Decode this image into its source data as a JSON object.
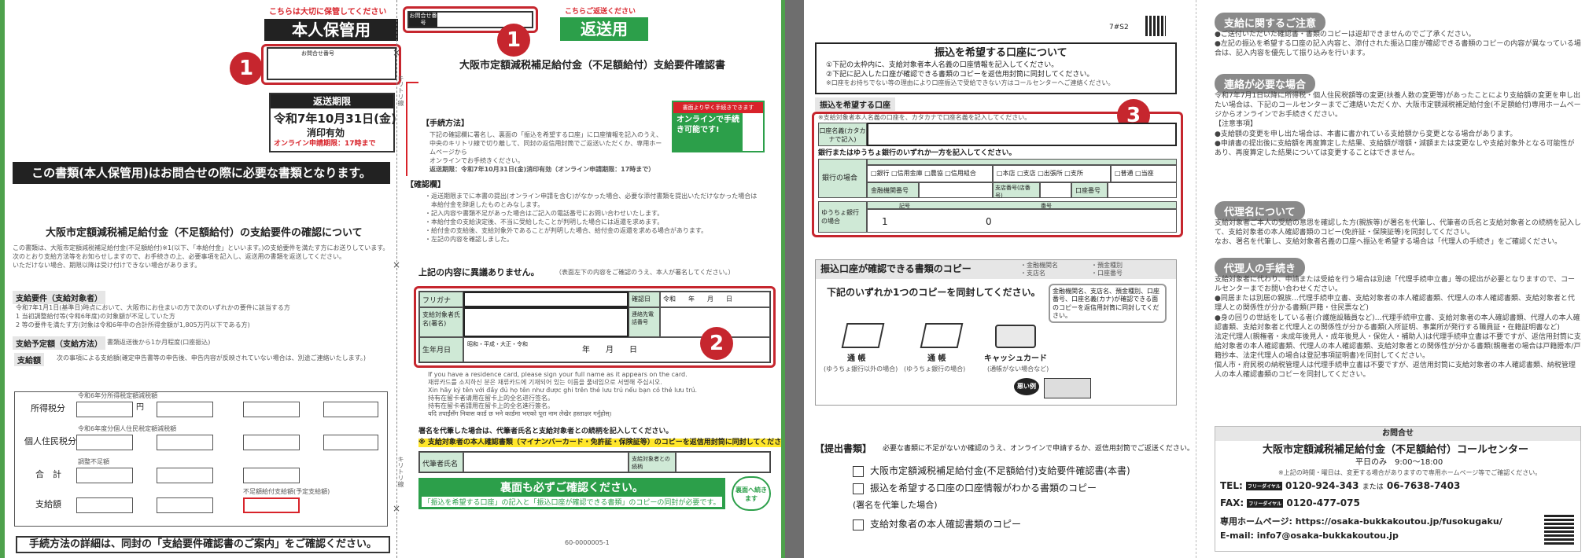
{
  "left_page": {
    "hozon_note": "こちらは大切に保管してください",
    "hozon_title": "本人保管用",
    "inquiry_number_label": "お問合せ番号",
    "return_deadline_label": "返送期限",
    "return_deadline_date": "令和7年10月31日(金)",
    "postmark_valid": "消印有効",
    "online_deadline": "オンライン申請期限：17時まで",
    "banner_text": "この書類(本人保管用)はお問合せの際に必要な書類となります。",
    "doc_title": "大阪市定額減税補足給付金（不足額給付）の支給要件の確認について",
    "intro_lines": [
      "この書類は、大阪市定額減税補足給付金(不足額給付)※1(以下、「本給付金」といいます。)の支給要件を満たす方にお送りしています。",
      "次のとおり支給方法等をお知らせしますので、お手続きの上、必要事項を記入し、返送用の書類を返送してください。",
      "いただけない場合、期限以降は受け付けできない場合があります。"
    ],
    "requirements_head": "支給要件（支給対象者）",
    "requirements_lines": [
      "令和7年1月1日(基準日)時点において、大阪市にお住まいの方で次のいずれかの要件に該当する方",
      "1 当初調整給付等(令和6年度)の対象額が不足していた方",
      "2 等の要件を満たす方(対象は令和6年中の合計所得金額が1,805万円以下である方)"
    ],
    "amount_head": "支給予定額（支給方法）",
    "amount_note": "書類返送後から1か月程度(口座振込)",
    "payment_head": "支給額",
    "payment_text": "次の事項による支給額(確定申告書等の申告後、申告内容が反映されていない場合は、別途ご連絡いたします。)",
    "calc_rows": [
      {
        "label": "所得税分",
        "note": "令和6年分所得税定額減税額"
      },
      {
        "label": "個人住民税分",
        "note": "令和6年度分個人住民税定額減税額"
      },
      {
        "label": "合　計",
        "note": "調整不足額"
      },
      {
        "label": "支給額",
        "note": "不足額給付支給額(予定支給額)"
      }
    ],
    "calc_unit": "円",
    "bottom_banner": "手続方法の詳細は、同封の「支給要件確認書のご案内」をご確認ください。"
  },
  "right_of_left_page": {
    "inquiry_label": "お問合せ番号",
    "senyo_note": "こちらご返送ください",
    "senyo_title": "返送用",
    "form_title": "大阪市定額減税補足給付金（不足額給付）支給要件確認書",
    "online_small": "書面より早く手続きできます",
    "online_big": "オンラインで手続き可能です!",
    "method_head": "【手続方法】",
    "method_lines": [
      "下記の確認欄に署名し、裏面の「振込を希望する口座」に口座情報を記入のうえ、",
      "中央のキリトリ線で切り離して、同封の返信用封筒でご返送いただくか、専用ホームページから",
      "オンラインでお手続きください。",
      "返送期限：令和7年10月31日(金)消印有効（オンライン申請期限：17時まで）"
    ],
    "confirm_head": "【確認欄】",
    "confirm_lines": [
      "・返送期限までに本書の提出(オンライン申請を含む)がなかった場合、必要な添付書類を提出いただけなかった場合は",
      "　本給付金を辞退したものとみなします。",
      "・記入内容や書類不足があった場合はご記入の電話番号にお問い合わせいたします。",
      "・本給付金の支給決定後、不当に受給したことが判明した場合には返還を求めます。",
      "・給付金の支給後、支給対象外であることが判明した場合、給付金の返還を求める場合があります。",
      "・左記の内容を確認しました。"
    ],
    "agree_head": "上記の内容に異議ありません。",
    "agree_note": "（表面左下の内容をご確認のうえ、本人が署名してください。）",
    "field_furigana": "フリガナ",
    "field_name": "支給対象者氏名(署名)",
    "field_birth": "生年月日",
    "field_date": "確認日",
    "field_date_value": "令和　　年　　月　　日",
    "field_tel": "連絡先電話番号",
    "birth_eras": "昭和・平成・大正・令和",
    "birth_value": "年　　月　　日",
    "multilingual_lines": [
      "If you have a residence card, please sign your full name as it appears on the card.",
      "재류카드를 소지하신 분은 재류카드에 기재되어 있는 이름을 풀네임으로 서명해 주십시오.",
      "Xin hãy ký tên với đầy đủ họ tên như được ghi trên thẻ lưu trú nếu bạn có thẻ lưu trú.",
      "持有在留卡者请用在留卡上的全名进行签名。",
      "持有在留卡者請用在留卡上的全名進行簽名。",
      "यदि तपाईंसँग निवास कार्ड छ भने कार्डमा भएको पूरा नाम लेखेर हस्ताक्षर गर्नुहोस्।"
    ],
    "proxy_line": "署名を代筆した場合は、代筆者氏名と支給対象者との続柄を記入してください。",
    "proxy_highlight": "※ 支給対象者の本人確認書類（マイナンバーカード・免許証・保険証等）のコピーを返信用封筒に同封してください。",
    "proxy_name": "代筆者氏名",
    "proxy_relation": "支給対象者との続柄",
    "back_banner": "裏面も必ずご確認ください。",
    "back_banner_sub": "「振込を希望する口座」の記入と「振込口座が確認できる書類」のコピーの同封が必要です。",
    "back_arrow": "裏面へ続きます",
    "serial": "60-0000005-1",
    "fold_label": "キリトリ線"
  },
  "right_page": {
    "code": "7#S2",
    "account_title": "振込を希望する口座について",
    "account_lines": [
      "①下記の太枠内に、支給対象者本人名義の口座情報を記入してください。",
      "②下記に記入した口座が確認できる書類のコピーを返信用封筒に同封してください。",
      "※口座をお持ちでない等の理由により口座振込で受給できない方はコールセンターへご連絡ください。"
    ],
    "account_section": "振込を希望する口座",
    "account_note": "※支給対象者本人名義の口座を、カタカナで口座名義を記入してください。",
    "holder_label": "口座名義(カタカナで記入)",
    "bank_note": "銀行またはゆうちょ銀行のいずれか一方を記入してください。",
    "bank_row": "銀行の場合",
    "bank_types": "□銀行 □信用金庫 □農協 □信用組合",
    "branch_types": "□本店 □支店 □出張所 □支所",
    "deposit_types": "□普通 □当座",
    "bank_code": "金融機関番号",
    "branch_code": "支店番号(店番号)",
    "account_number": "口座番号",
    "yucho_row": "ゆうちょ銀行の場合",
    "yucho_symbol": "記号",
    "yucho_number": "番号",
    "yucho_start": "1",
    "yucho_mid": "0",
    "copy_title": "振込口座が確認できる書類のコピー",
    "copy_items": [
      "・金融機関名",
      "・支店名",
      "・預金種別",
      "・口座番号",
      "・口座名義(カナ)"
    ],
    "copy_lead": "下記のいずれか1つのコピーを同封してください。",
    "copy_box": "金融機関名、支店名、預金種別、口座番号、口座名義(カナ)が確認できる面のコピーを返信用封筒に同封してください。",
    "copy_opts": [
      {
        "name": "通 帳",
        "sub": "(ゆうちょ銀行以外の場合)"
      },
      {
        "name": "通 帳",
        "sub": "(ゆうちょ銀行の場合)"
      },
      {
        "name": "キャッシュカード",
        "sub": "(通帳がない場合など)"
      }
    ],
    "bad_example": "悪い例",
    "submit_head": "【提出書類】",
    "submit_note": "必要な書類に不足がないか確認のうえ、オンラインで申請するか、返信用封筒でご返送ください。",
    "submit_items": [
      "大阪市定額減税補足給付金(不足額給付)支給要件確認書(本書)",
      "振込を希望する口座の口座情報がわかる書類のコピー",
      "支給対象者の本人確認書類のコピー"
    ],
    "submit_proxy": "(署名を代筆した場合)",
    "side_sections": [
      {
        "head": "支給に関するご注意",
        "lines": [
          "●ご送付いただいた確認書・書類のコピーは返却できませんのでご了承ください。",
          "●左記の振込を希望する口座の記入内容と、添付された振込口座が確認できる書類のコピーの内容が異なっている場合は、記入内容を優先して振り込みを行います。"
        ]
      },
      {
        "head": "連絡が必要な場合",
        "lines": [
          "令和7年7月1日以降に所得税・個人住民税額等の変更(扶養人数の変更等)があったことにより支給額の変更を申し出たい場合は、下記のコールセンターまでご連絡いただくか、大阪市定額減税補足給付金(不足額給付)専用ホームページからオンラインでお手続きください。",
          "【注意事項】",
          "●支給額の変更を申し出た場合は、本書に書かれている支給額から変更となる場合があります。",
          "●申請書の提出後に支給額を再度算定した結果、支給額が増額・減額または変更なしや支給対象外となる可能性があり、再度算定した結果については変更することはできません。"
        ]
      },
      {
        "head": "代理名について",
        "lines": [
          "支給対象者ご本人の受給の意思を確認した方(親族等)が署名を代筆し、代筆者の氏名と支給対象者との続柄を記入して、支給対象者の本人確認書類のコピー(免許証・保険証等)を同封してください。",
          "なお、署名を代筆し、支給対象者名義の口座へ振込を希望する場合は「代理人の手続き」をご確認ください。"
        ]
      },
      {
        "head": "代理人の手続き",
        "lines": [
          "支給対象者に代わり、申請または受給を行う場合は別途「代理手続申立書」等の提出が必要となりますので、コールセンターまでお問い合わせください。",
          "●同居または別居の親族…代理手続申立書、支給対象者の本人確認書類、代理人の本人確認書類、支給対象者と代理人との関係性が分かる書類(戸籍・住民票など)",
          "●身の回りの世話をしている者(介護施設職員など)…代理手続申立書、支給対象者の本人確認書類、代理人の本人確認書類、支給対象者と代理人との関係性が分かる書類(入所証明、事業所が発行する職員証・在籍証明書など)",
          "法定代理人(親権者・未成年後見人・成年後見人・保佐人・補助人)は代理手続申立書は不要ですが、返信用封筒に支給対象者の本人確認書類、代理人の本人確認書類、支給対象者との関係性が分かる書類(親権者の場合は戸籍謄本/戸籍抄本、法定代理人の場合は登記事項証明書)を同封してください。",
          "個人市・府民税の納税管理人は代理手続申立書は不要ですが、返信用封筒に支給対象者の本人確認書類、納税管理人の本人確認書類のコピーを同封してください。"
        ]
      }
    ],
    "contact_head": "お問合せ",
    "contact_title": "大阪市定額減税補足給付金（不足額給付）コールセンター",
    "contact_hours": "平日のみ　9:00〜18:00",
    "contact_hours_note": "※上記の時間・曜日は、変更する場合がありますので専用ホームページ等でご確認ください。",
    "tel_label": "TEL:",
    "tel_value": "0120-924-343",
    "tel_or": "または",
    "tel_value2": "06-7638-7403",
    "fax_label": "FAX:",
    "fax_value": "0120-477-075",
    "web_label": "専用ホームページ:",
    "web_value": "https://osaka-bukkakoutou.jp/fusokugaku/",
    "mail_label": "E-mail:",
    "mail_value": "info7@osaka-bukkakoutou.jp",
    "freedial": "フリーダイヤル"
  },
  "markers": {
    "m1a": "1",
    "m1b": "1",
    "m2": "2",
    "m3": "3"
  },
  "colors": {
    "accent_red": "#d8232a",
    "accent_green": "#2c9f4a",
    "marker": "#c6262e"
  }
}
